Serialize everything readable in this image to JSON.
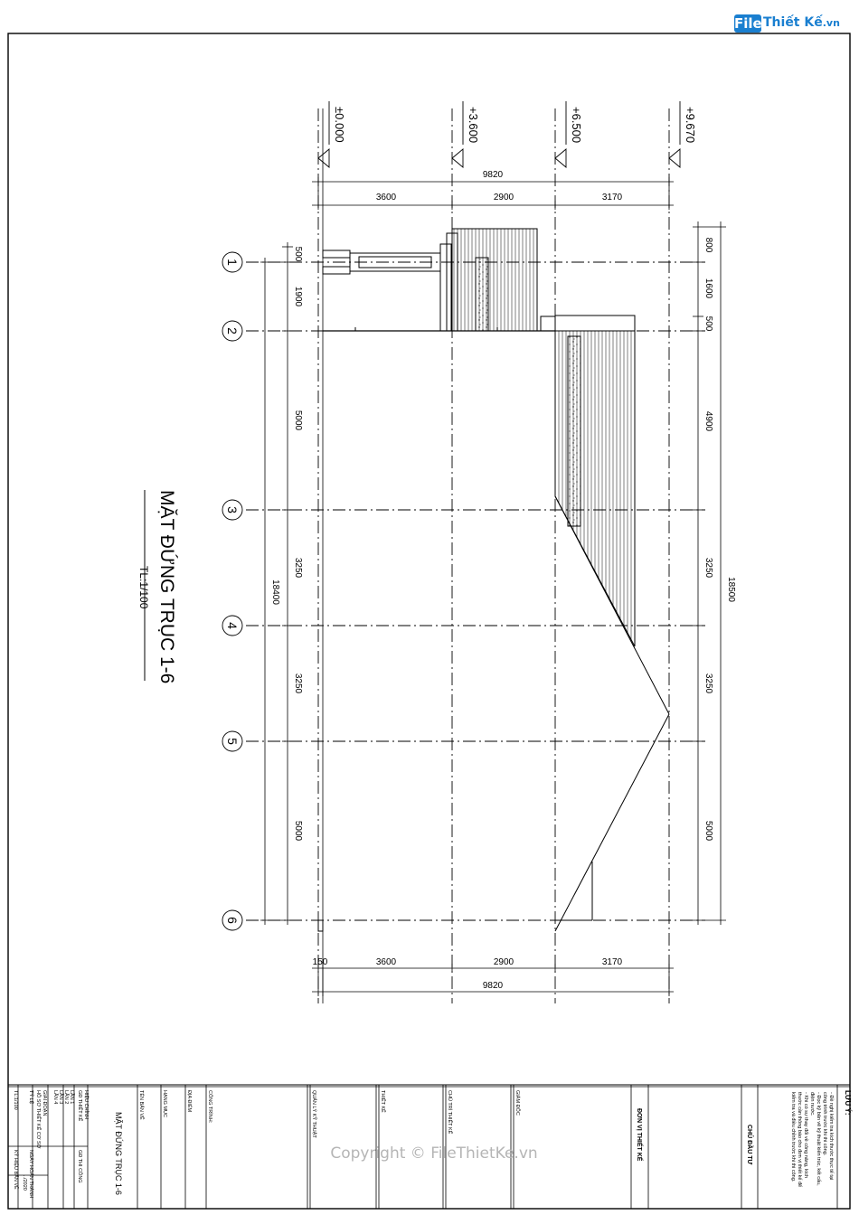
{
  "brand": {
    "logo_box": "File",
    "logo_rest": "Thiết Kế",
    "logo_suffix": ".vn",
    "accent": "#1a7fd0"
  },
  "watermark": "Copyright © FileThietKe.vn",
  "drawing": {
    "title": "MẶT ĐỨNG TRỤC 1-6",
    "scale": "TL:1/100",
    "axes": [
      "1",
      "2",
      "3",
      "4",
      "5",
      "6"
    ],
    "levels": [
      "±0.000",
      "+3.600",
      "+6.500",
      "+9.670"
    ],
    "top_dims": {
      "total": "9820",
      "parts": [
        "3600",
        "2900",
        "3170"
      ]
    },
    "bottom_dims": {
      "total": "9820",
      "parts": [
        "3600",
        "2900",
        "3170"
      ],
      "small": "150"
    },
    "left_dims": {
      "total": "18400",
      "parts": [
        "500",
        "1900",
        "5000",
        "3250",
        "3250",
        "5000"
      ]
    },
    "right_dims": {
      "total": "18500",
      "parts": [
        "800",
        "1600",
        "500",
        "4900",
        "3250",
        "3250",
        "5000"
      ]
    }
  },
  "title_block": {
    "notes_title": "LƯU Ý:",
    "notes": [
      "- Đề nghị kiểm tra kích thước thực tế tại",
      "công trình trước khi thi công.",
      "- Đọc kỹ bản vẽ kỹ thuật kiến trúc, kết cấu,",
      "điện nước.",
      "- Khi có sự thay đổi về công năng, kích",
      "thước cần thông báo cho đơn vị thiết kế để",
      "kiểm tra và điều chỉnh trước khi thi công."
    ],
    "owner": "CHỦ ĐẦU TƯ",
    "designer_unit": "ĐƠN VỊ THIẾT KẾ",
    "director": "GIÁM ĐỐC",
    "chief_designer": "CHỦ TRÌ THIẾT KẾ",
    "designer": "THIẾT KẾ",
    "tech_manager": "QUẢN LÝ KỸ THUẬT",
    "project": "CÔNG TRÌNH:",
    "location": "ĐỊA ĐIỂM",
    "item": "HẠNG MỤC",
    "sheet_name_label": "TÊN BẢN VẼ",
    "sheet_name": "MẶT ĐỨNG TRỤC 1-6",
    "revision": "HIỆU CHỈNH",
    "gd_design": "GĐ THIẾT KẾ",
    "gd_construction": "GĐ THI CÔNG",
    "rev_rows": [
      "LẦN 1",
      "LẦN 2",
      "LẦN 3",
      "LẦN 4"
    ],
    "stage_label": "GIAI ĐOẠN",
    "stage_value": "HỒ SƠ THIẾT KẾ CƠ SỞ",
    "scale_label": "TỶ LỆ",
    "scale_value": "TL:1/100",
    "date_label": "NGÀY HOÀN THÀNH",
    "date_value": "../2020",
    "code_label": "KÝ HIỆU BẢN VẼ"
  }
}
